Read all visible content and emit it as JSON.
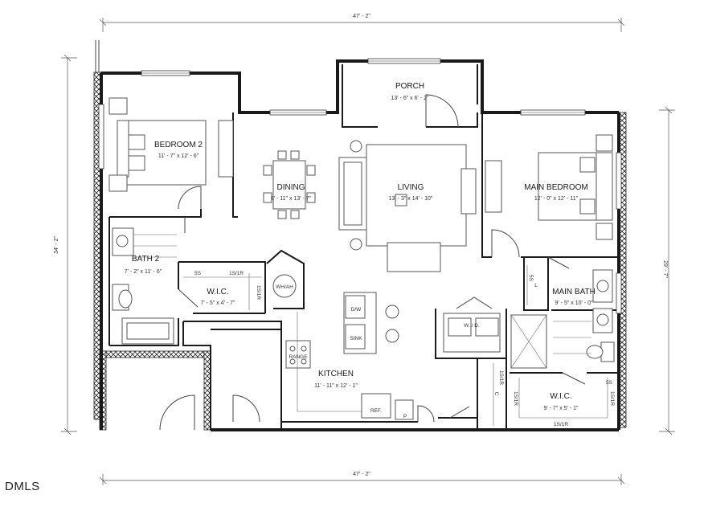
{
  "dimensions": {
    "top": "47' - 2\"",
    "bottom": "47' - 2\"",
    "left": "34' - 2\"",
    "right": "29' - 7\""
  },
  "rooms": {
    "porch": {
      "name": "PORCH",
      "size": "13' - 6\" x 6' - 2\""
    },
    "bedroom2": {
      "name": "BEDROOM 2",
      "size": "11' - 7\" x 12' - 6\""
    },
    "dining": {
      "name": "DINING",
      "size": "8' - 11\" x 13' - 7\""
    },
    "living": {
      "name": "LIVING",
      "size": "13' - 3\" x 14' - 10\""
    },
    "main_bedroom": {
      "name": "MAIN BEDROOM",
      "size": "12' - 0\" x 12' - 11\""
    },
    "bath2": {
      "name": "BATH 2",
      "size": "7' - 2\" x 11' - 6\""
    },
    "wic1": {
      "name": "W.I.C.",
      "size": "7' - 5\" x 4' - 7\""
    },
    "main_bath": {
      "name": "MAIN BATH",
      "size": "9' - 5\" x 10' - 0\""
    },
    "kitchen": {
      "name": "KITCHEN",
      "size": "11' - 11\" x 12' - 1\""
    },
    "wic2": {
      "name": "W.I.C.",
      "size": "9' - 7\" x 5' - 1\""
    }
  },
  "fixtures": {
    "wh_ah": "WH/AH",
    "dw": "D/W",
    "sink": "SINK",
    "range": "RANGE",
    "ref": "REF.",
    "pantry": "P",
    "wd": "W. / D.",
    "linen": "L",
    "closet": "C",
    "shelf_5s": "5S",
    "shelf_1s1r": "1S/1R"
  },
  "watermark": "DMLS"
}
